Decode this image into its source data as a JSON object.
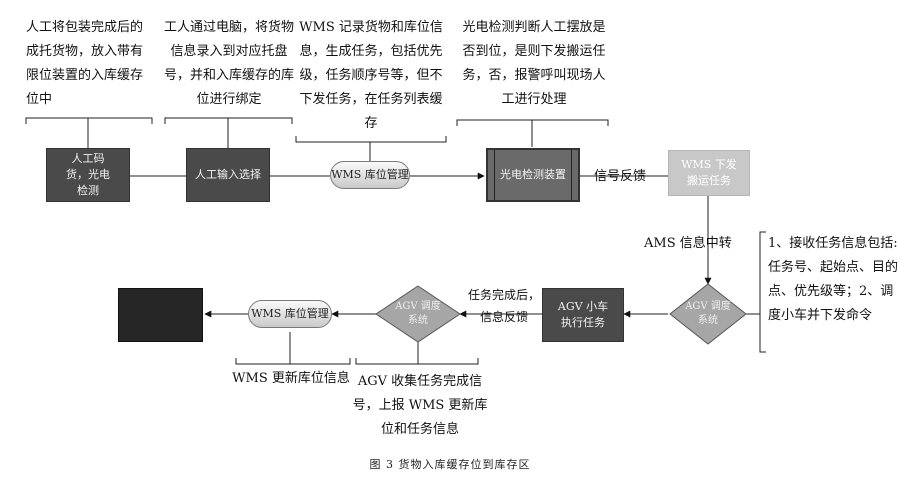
{
  "annotations": {
    "a1": "人工将包装完成后的成托货物，放入带有限位装置的入库缓存位中",
    "a2": "工人通过电脑，将货物信息录入到对应托盘号，并和入库缓存的库位进行绑定",
    "a3": "WMS 记录货物和库位信息，生成任务，包括优先级，任务顺序号等，但不下发任务，在任务列表缓存",
    "a4": "光电检测判断人工摆放是否到位，是则下发搬运任务，否，报警呼叫现场人工进行处理",
    "a5": "1、接收任务信息包括:任务号、起始点、目的点、优先级等；2、调度小车并下发命令",
    "a6": "WMS 更新库位信息",
    "a7": "AGV 收集任务完成信号，上报 WMS 更新库位和任务信息"
  },
  "nodes": {
    "n1": "人工码货，光电检测",
    "n2": "人工输入选择",
    "n3": "WMS 库位管理",
    "n4": "光电检测装置",
    "n5": "WMS 下发搬运任务",
    "n6": "AGV 调度系统",
    "n7": "AGV 小车执行任务",
    "n8": "AGV 调度系统",
    "n9": "WMS 库位管理"
  },
  "edge_labels": {
    "e1": "信号反馈",
    "e2": "AMS 信息中转",
    "e3": "任务完成后，信息反馈"
  },
  "caption": "图 3 货物入库缓存位到库存区"
}
